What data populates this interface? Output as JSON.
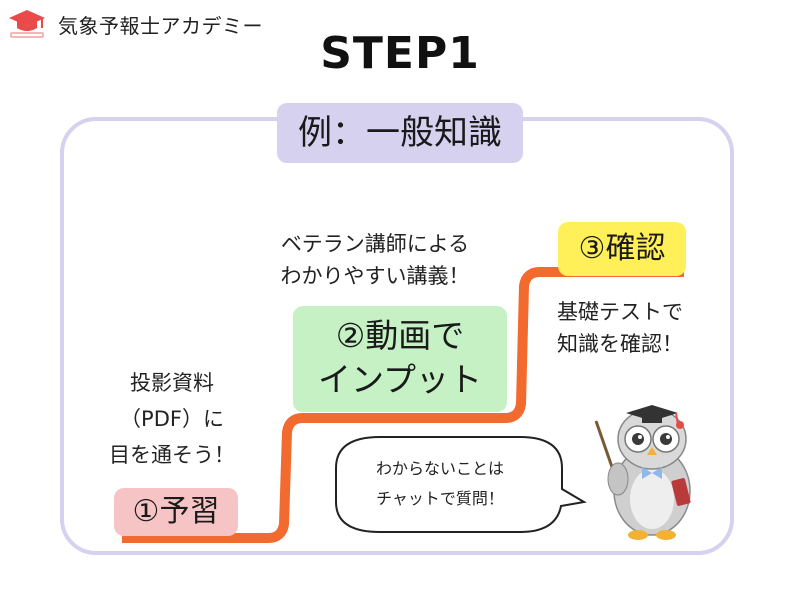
{
  "brand": {
    "name": "気象予報士アカデミー",
    "logo_icon": "graduation-cap-icon"
  },
  "title": "STEP1",
  "example_tag": "例：一般知識",
  "steps": [
    {
      "label": "①予習",
      "note": "投影資料\n（PDF）に\n目を通そう！",
      "color": "#f7c4c6"
    },
    {
      "label": "②動画で\nインプット",
      "note": "ベテラン講師による\nわかりやすい講義！",
      "color": "#c5f1c4"
    },
    {
      "label": "③確認",
      "note": "基礎テストで\n知識を確認！",
      "color": "#fff05a"
    }
  ],
  "chat_bubble": "わからないことは\nチャットで質問！",
  "colors": {
    "stair_line": "#f26a2e",
    "frame": "#d6d1ef",
    "example_tag_bg": "#d6d1ef"
  },
  "icons": {
    "mascot": "owl-teacher-icon",
    "bubble": "speech-bubble-icon"
  }
}
